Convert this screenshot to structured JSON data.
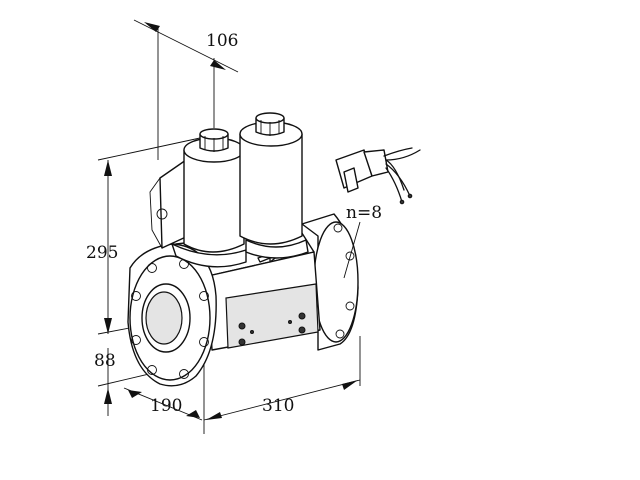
{
  "dimensions": {
    "top_width": "106",
    "height": "295",
    "base_height": "88",
    "depth": "190",
    "length": "310"
  },
  "connector_label": "n=8"
}
